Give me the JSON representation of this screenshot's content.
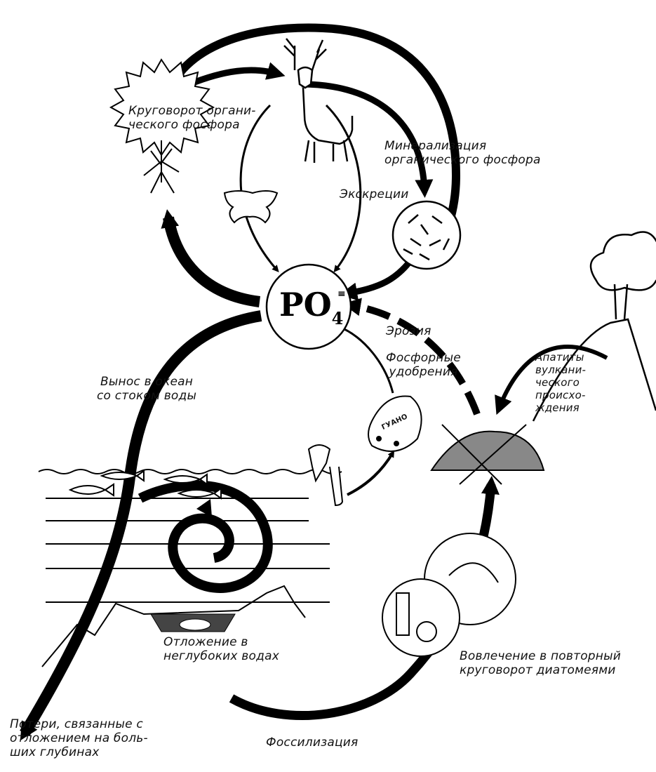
{
  "center": {
    "formula": "PO",
    "subscript": "4",
    "superscript": "≡"
  },
  "labels": {
    "organic_cycle": "Круговорот органи-\nческого фосфора",
    "mineralization": "Минерализация\nорганического фосфора",
    "excretion": "Экскреции",
    "erosion": "Эрозия",
    "fertilizers": "Фосфорные\nудобрения",
    "runoff": "Вынос в океан\nсо стоком воды",
    "apatites": "Апатиты\nвулкани-\nческого\nпроисхо-\nждения",
    "shallow_deposit": "Отложение в\nнеглубоких водах",
    "diatoms": "Вовлечение в повторный\nкруговорот диатомеями",
    "deep_losses": "Потери, связанные с\nотложением на боль-\nших глубинах",
    "fossilization": "Фоссилизация",
    "guano": "ГУАНО"
  },
  "colors": {
    "ink": "#000000",
    "paper": "#ffffff"
  },
  "icons": [
    "plant-icon",
    "deer-icon",
    "bone-icon",
    "bacteria-icon",
    "volcano-icon",
    "guano-sack-icon",
    "pelican-icon",
    "fish-icon",
    "diatom-icon",
    "rock-pile-icon",
    "fossil-icon"
  ]
}
